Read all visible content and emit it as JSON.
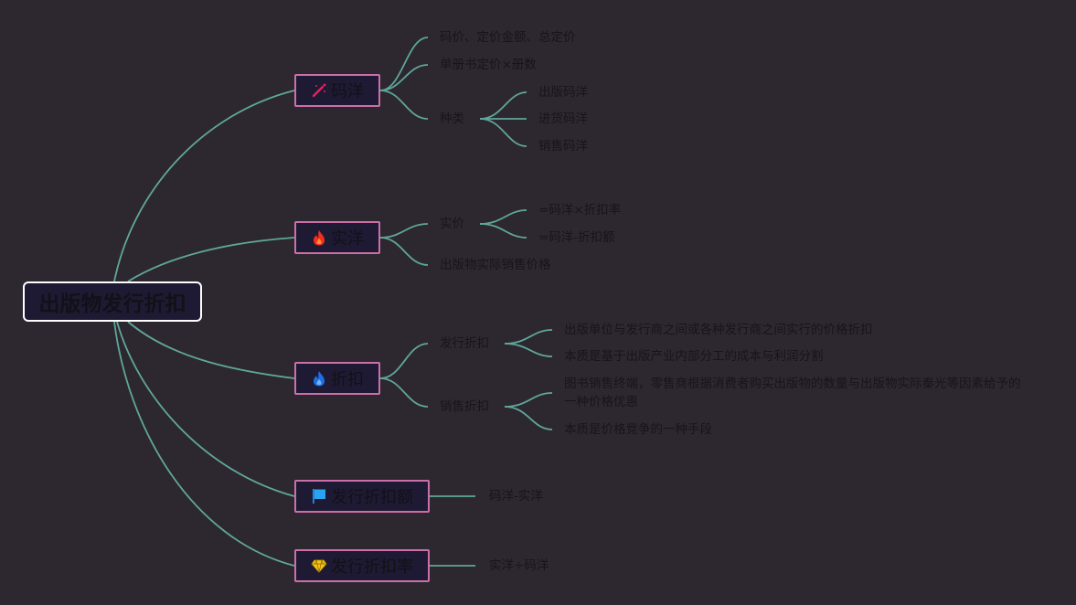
{
  "root": {
    "label": "出版物发行折扣"
  },
  "branches": {
    "mayang": {
      "label": "码洋",
      "icon": "magic-wand-icon",
      "children": {
        "c1": "码价、定价金额、总定价",
        "c2": "单册书定价×册数",
        "c3": "种类",
        "c3_children": [
          "出版码洋",
          "进货码洋",
          "销售码洋"
        ]
      }
    },
    "shiyang": {
      "label": "实洋",
      "icon": "fire-icon",
      "children": {
        "c1": "实价",
        "c1_children": [
          "=码洋×折扣率",
          "=码洋-折扣额"
        ],
        "c2": "出版物实际销售价格"
      }
    },
    "zhekou": {
      "label": "折扣",
      "icon": "blue-flame-icon",
      "children": {
        "c1": "发行折扣",
        "c1_children": [
          "出版单位与发行商之间或各种发行商之间实行的价格折扣",
          "本质是基于出版产业内部分工的成本与利润分割"
        ],
        "c2": "销售折扣",
        "c2_children": [
          "图书销售终端，零售商根据消费者购买出版物的数量与出版物实际秦光等因素给予的一种价格优惠",
          "本质是价格竞争的一种手段"
        ]
      }
    },
    "zhekoue": {
      "label": "发行折扣额",
      "icon": "flag-icon",
      "children": {
        "c1": "码洋-实洋"
      }
    },
    "zhekoulv": {
      "label": "发行折扣率",
      "icon": "diamond-icon",
      "children": {
        "c1": "实洋÷码洋"
      }
    }
  },
  "colors": {
    "background": "#2d2830",
    "connector": "#5fa79a",
    "branch_border": "#cc6fa8",
    "root_border": "#ffffff",
    "node_fill": "#1f1a33",
    "text": "#17141a"
  }
}
